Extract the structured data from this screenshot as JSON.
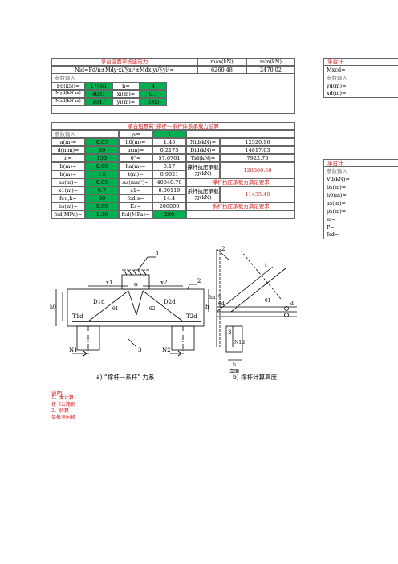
{
  "top_table": {
    "title": "承台底面单桩竖向力",
    "headers": [
      "max(kN)",
      "min(kN)"
    ],
    "formula": "Nid=Fd/n±Mdy·xi/∑xi²±Mdx·yi/∑yi²=",
    "max_value": "6260.48",
    "min_value": "2470.02",
    "section_label": "参数输入",
    "rows": [
      {
        "label": "Fd(kN)=",
        "value": "17461",
        "label2": "n=",
        "value2": "4"
      },
      {
        "label": "Myd(kN·m)",
        "value": "4031",
        "label2": "xi(m)=",
        "value2": "0.7"
      },
      {
        "label": "Mxd(kN·m)",
        "value": "1647",
        "label2": "yi(m)=",
        "value2": "0.65"
      }
    ]
  },
  "right_col_top": {
    "title": "承台计",
    "items": [
      "Mxcd=",
      "参数输入",
      "yd(m)=",
      "xd(m)="
    ]
  },
  "mid_table": {
    "title": "承台短悬臂“撑杆—系杆体系承载力验算",
    "param_label": "参数输入",
    "gamma_label": "γ₀=",
    "gamma_value": "1",
    "rows": [
      {
        "l1": "a(m)=",
        "v1": "0.05",
        "l2": "h0(m)=",
        "v2": "1.45",
        "l3": "Nid(kN)=",
        "v3": "12520.96"
      },
      {
        "l1": "d(mm)=",
        "v1": "20",
        "l2": "a(m)=",
        "v2": "0.2175",
        "l3": "Did(kN)=",
        "v3": "14817.03"
      },
      {
        "l1": "n=",
        "v1": "150",
        "l2": "θ°=",
        "v2": "57.6761",
        "l3": "Tid(kN)=",
        "v3": "7922.75"
      },
      {
        "l1": "b(m)=",
        "v1": "0.96",
        "l2": "ha(m)=",
        "v2": "0.17"
      },
      {
        "l1": "h(m)=",
        "v1": "1.5",
        "l2": "t(m)=",
        "v2": "0.9021"
      },
      {
        "l1": "as(m)=",
        "v1": "0.05",
        "l2": "As(mm²)=",
        "v2": "40840.70"
      },
      {
        "l1": "x1(m)=",
        "v1": "0.7",
        "l2": "ε1=",
        "v2": "0.00119"
      },
      {
        "l1": "fcu,k=",
        "v1": "30",
        "l2": "fcd,s=",
        "v2": "14.4"
      },
      {
        "l1": "bs(m)=",
        "v1": "9.69",
        "l2": "Es=",
        "v2": "200000"
      },
      {
        "l1": "fsd(MPa)=",
        "v1": "1.39",
        "l2": "fsd(MPa)=",
        "v2": "280"
      }
    ],
    "strut_label": "撑杆抗压承载力(kN)",
    "strut_value": "128880.58",
    "strut_ok": "撑杆抗压承载力满足要求",
    "tie_label": "系杆抗压承载力(kN)",
    "tie_value": "11435.40",
    "tie_ok": "系杆抗压承载力满足要求"
  },
  "right_col_mid": {
    "title": "承台计",
    "items": [
      "参数输入",
      "Vd(kN)=",
      "bs(m)=",
      "h0(m)=",
      "as(m)=",
      "ps(m)=",
      "m=",
      "P=",
      "fsd="
    ]
  },
  "figure": {
    "caption_a": "a) “撑杆—系杆” 力系",
    "caption_b": "b) 撑杆计算高度",
    "labels_a": [
      "1",
      "x1",
      "α",
      "x2",
      "2",
      "h0",
      "h",
      "D1d",
      "θ1",
      "θ2",
      "D2d",
      "T1d",
      "T2d",
      "N1",
      "3",
      "N2"
    ],
    "labels_b": [
      "2",
      "t",
      "ha",
      "θ1",
      "d",
      "s",
      "6d",
      "3",
      "N1d",
      "b",
      "立面"
    ]
  },
  "notes": {
    "title": "说明:",
    "lines": [
      "1、本计算",
      "按《公路钢",
      "2、验算",
      "单桩竖向轴"
    ]
  }
}
